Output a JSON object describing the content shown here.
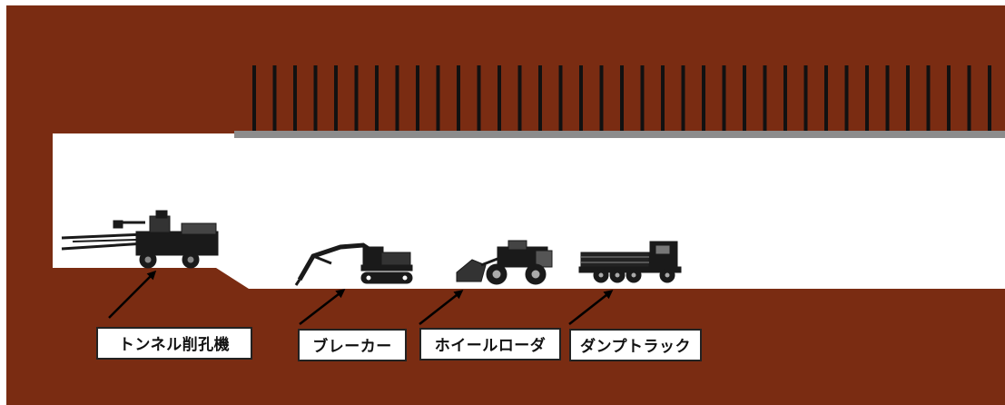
{
  "colors": {
    "ground": "#7a2c12",
    "tunnel": "#ffffff",
    "bolt": "#111111",
    "lining": "#8c8c8c",
    "machine": "#1a1a1a",
    "label_border": "#222222"
  },
  "equipment": [
    {
      "id": "drill-jumbo",
      "label": "トンネル削孔機",
      "icon": "drill-jumbo-icon"
    },
    {
      "id": "breaker",
      "label": "ブレーカー",
      "icon": "breaker-excavator-icon"
    },
    {
      "id": "wheel-loader",
      "label": "ホイールローダ",
      "icon": "wheel-loader-icon"
    },
    {
      "id": "dump-truck",
      "label": "ダンプトラック",
      "icon": "dump-truck-icon"
    }
  ]
}
